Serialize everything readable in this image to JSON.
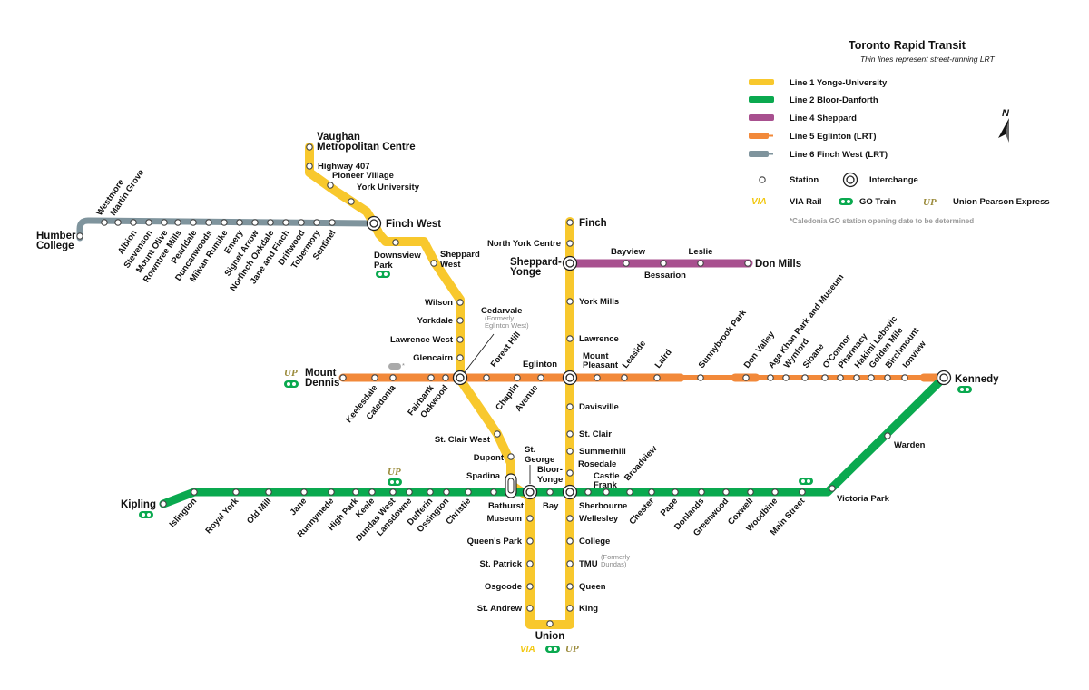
{
  "legend": {
    "title": "Toronto Rapid Transit",
    "subtitle": "Thin lines represent street-running LRT",
    "lines": [
      {
        "label": "Line 1 Yonge-University",
        "color": "#f8c82d",
        "style": "thick"
      },
      {
        "label": "Line 2 Bloor-Danforth",
        "color": "#0aa94f",
        "style": "thick"
      },
      {
        "label": "Line 4 Sheppard",
        "color": "#a8508f",
        "style": "thick"
      },
      {
        "label": "Line 5 Eglinton (LRT)",
        "color": "#f2893a",
        "style": "lrt"
      },
      {
        "label": "Line 6 Finch West (LRT)",
        "color": "#7f949d",
        "style": "lrt"
      }
    ],
    "station_label": "Station",
    "interchange_label": "Interchange",
    "via_label": "VIA Rail",
    "go_label": "GO Train",
    "up_label": "Union Pearson Express",
    "note": "*Caledonia GO station opening date to be determined",
    "north_label": "N"
  },
  "logos": {
    "via": "VIA",
    "go": "GO",
    "up": "UP",
    "go_star": "*"
  },
  "annotations": {
    "cedarvale_note": [
      "(Formerly",
      "Eglinton West)"
    ],
    "tmu_note": [
      "(Formerly",
      "Dundas)"
    ]
  },
  "stations": {
    "line1": [
      "Vaughan Metropolitan Centre",
      "Highway 407",
      "Pioneer Village",
      "York University",
      "Finch West",
      "Downsview Park",
      "Sheppard West",
      "Wilson",
      "Yorkdale",
      "Lawrence West",
      "Glencairn",
      "Cedarvale",
      "St. Clair West",
      "Dupont",
      "Spadina",
      "St. George",
      "Museum",
      "Queen's Park",
      "St. Patrick",
      "Osgoode",
      "St. Andrew",
      "Union",
      "King",
      "Queen",
      "TMU",
      "College",
      "Wellesley",
      "Bloor-Yonge",
      "Rosedale",
      "Summerhill",
      "St. Clair",
      "Davisville",
      "Eglinton",
      "Lawrence",
      "York Mills",
      "Sheppard-Yonge",
      "North York Centre",
      "Finch"
    ],
    "line2": [
      "Kipling",
      "Islington",
      "Royal York",
      "Old Mill",
      "Jane",
      "Runnymede",
      "High Park",
      "Keele",
      "Dundas West",
      "Lansdowne",
      "Dufferin",
      "Ossington",
      "Christie",
      "Bathurst",
      "Spadina",
      "St. George",
      "Bay",
      "Bloor-Yonge",
      "Sherbourne",
      "Castle Frank",
      "Broadview",
      "Chester",
      "Pape",
      "Donlands",
      "Greenwood",
      "Coxwell",
      "Woodbine",
      "Main Street",
      "Victoria Park",
      "Warden",
      "Kennedy"
    ],
    "line4": [
      "Sheppard-Yonge",
      "Bayview",
      "Bessarion",
      "Leslie",
      "Don Mills"
    ],
    "line5": [
      "Mount Dennis",
      "Keelesdale",
      "Caledonia",
      "Fairbank",
      "Oakwood",
      "Cedarvale",
      "Forest Hill",
      "Chaplin",
      "Avenue",
      "Eglinton",
      "Mount Pleasant",
      "Leaside",
      "Laird",
      "Sunnybrook Park",
      "Don Valley",
      "Aga Khan Park and Museum",
      "Wynford",
      "Sloane",
      "O'Connor",
      "Pharmacy",
      "Hakimi Lebovic",
      "Golden Mile",
      "Birchmount",
      "Ionview",
      "Kennedy"
    ],
    "line6": [
      "Humber College",
      "Westmore",
      "Martin Grove",
      "Albion",
      "Stevenson",
      "Mount Olive",
      "Rowntree Mills",
      "Pearldale",
      "Duncanwoods",
      "Milvan Rumike",
      "Emery",
      "Signet Arrow",
      "Norfinch Oakdale",
      "Jane and Finch",
      "Driftwood",
      "Tobermory",
      "Sentinel",
      "Finch West"
    ]
  }
}
